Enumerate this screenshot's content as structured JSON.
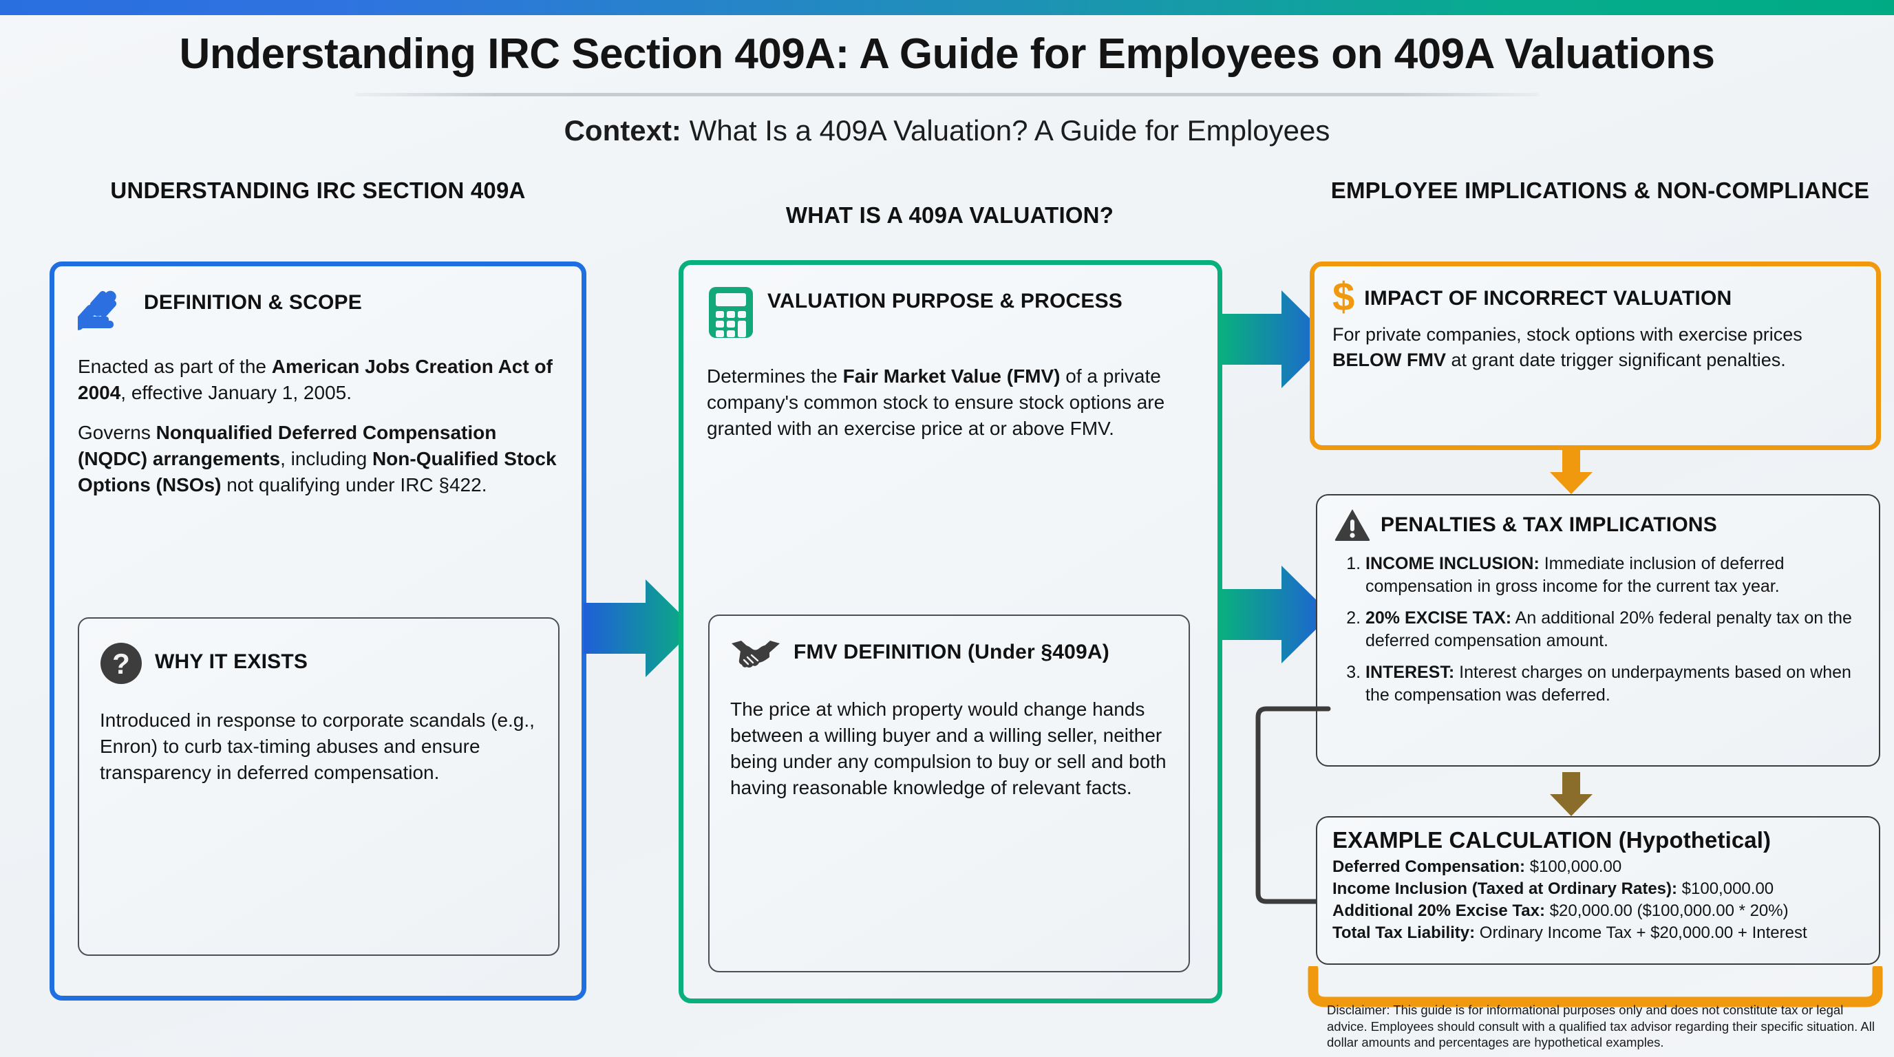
{
  "header": {
    "title": "Understanding IRC Section 409A: A Guide for Employees on 409A Valuations",
    "context_label": "Context:",
    "context_text": " What Is a 409A Valuation? A Guide for Employees"
  },
  "colors": {
    "blue": "#1f6fe0",
    "green": "#09b07e",
    "orange": "#f0990f",
    "dark": "#3c3c3c",
    "brown_arrow": "#8a6d2a",
    "background": "#f1f5f7"
  },
  "columns": [
    {
      "id": "col-1",
      "heading": "UNDERSTANDING IRC SECTION 409A",
      "accent": "#1f6fe0",
      "cards": [
        {
          "id": "definition-scope",
          "icon": "gavel-icon",
          "title": "DEFINITION & SCOPE",
          "paragraphs": [
            [
              {
                "t": "Enacted as part of the ",
                "b": false
              },
              {
                "t": "American Jobs Creation Act of 2004",
                "b": true
              },
              {
                "t": ", effective January 1, 2005.",
                "b": false
              }
            ],
            [
              {
                "t": "Governs ",
                "b": false
              },
              {
                "t": "Nonqualified Deferred Compensation (NQDC) arrangements",
                "b": true
              },
              {
                "t": ", including ",
                "b": false
              },
              {
                "t": "Non-Qualified Stock Options (NSOs)",
                "b": true
              },
              {
                "t": " not qualifying under IRC §422.",
                "b": false
              }
            ]
          ]
        },
        {
          "id": "why-it-exists",
          "icon": "question-mark-icon",
          "title": "WHY IT EXISTS",
          "paragraphs": [
            [
              {
                "t": "Introduced in response to corporate scandals (e.g., Enron) to curb tax-timing abuses and ensure transparency in deferred compensation.",
                "b": false
              }
            ]
          ]
        }
      ]
    },
    {
      "id": "col-2",
      "heading": "WHAT IS A 409A VALUATION?",
      "accent": "#09b07e",
      "cards": [
        {
          "id": "valuation-purpose-process",
          "icon": "calculator-icon",
          "title": "VALUATION PURPOSE & PROCESS",
          "paragraphs": [
            [
              {
                "t": "Determines the ",
                "b": false
              },
              {
                "t": "Fair Market Value (FMV)",
                "b": true
              },
              {
                "t": " of a private company's common stock to ensure stock options are granted with an exercise price at or above FMV.",
                "b": false
              }
            ]
          ]
        },
        {
          "id": "fmv-definition",
          "icon": "handshake-icon",
          "title": "FMV DEFINITION (Under §409A)",
          "paragraphs": [
            [
              {
                "t": "The price at which property would change hands between a willing buyer and a willing seller, neither being under any compulsion to buy or sell and both having reasonable knowledge of relevant facts.",
                "b": false
              }
            ]
          ]
        }
      ]
    },
    {
      "id": "col-3",
      "heading": "EMPLOYEE IMPLICATIONS & NON-COMPLIANCE",
      "accent": "#f0990f",
      "cards": [
        {
          "id": "impact-of-incorrect-valuation",
          "icon": "dollar-sign-icon",
          "title": "IMPACT OF INCORRECT VALUATION",
          "paragraphs": [
            [
              {
                "t": "For private companies, stock options with exercise prices ",
                "b": false
              },
              {
                "t": "BELOW FMV",
                "b": true
              },
              {
                "t": " at grant date trigger significant penalties.",
                "b": false
              }
            ]
          ]
        },
        {
          "id": "penalties-tax-implications",
          "icon": "warning-triangle-icon",
          "title": "PENALTIES & TAX IMPLICATIONS",
          "list": [
            {
              "label": "INCOME INCLUSION:",
              "text": " Immediate inclusion of deferred compensation in gross income for the current tax year."
            },
            {
              "label": "20% EXCISE TAX:",
              "text": " An additional 20% federal penalty tax on the deferred compensation amount."
            },
            {
              "label": "INTEREST:",
              "text": " Interest charges on underpayments based on when the compensation was deferred."
            }
          ]
        },
        {
          "id": "example-calculation",
          "title": "EXAMPLE CALCULATION (Hypothetical)",
          "rows": [
            {
              "label": "Deferred Compensation:",
              "value": " $100,000.00"
            },
            {
              "label": "Income Inclusion (Taxed at Ordinary Rates):",
              "value": " $100,000.00"
            },
            {
              "label": "Additional 20% Excise Tax:",
              "value": " $20,000.00 ($100,000.00 * 20%)"
            },
            {
              "label": "Total Tax Liability:",
              "value": " Ordinary Income Tax + $20,000.00 + Interest"
            }
          ]
        }
      ]
    }
  ],
  "disclaimer": "Disclaimer: This guide is for informational purposes only and does not constitute tax or legal advice. Employees should consult with a qualified tax advisor regarding their specific situation. All dollar amounts and percentages are hypothetical examples."
}
